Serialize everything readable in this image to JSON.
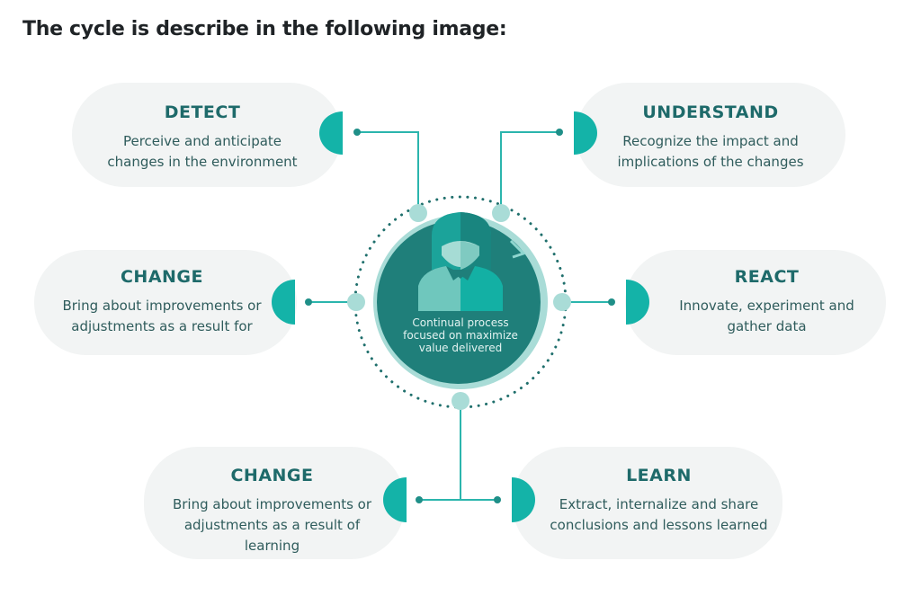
{
  "title": "The cycle is describe in the following image:",
  "center": {
    "text": "Continual process focused on maximize value delivered",
    "icon": "person-icon"
  },
  "steps": [
    {
      "heading": "DETECT",
      "description": "Perceive and anticipate changes in the environment"
    },
    {
      "heading": "UNDERSTAND",
      "description": "Recognize the impact and implications of the changes"
    },
    {
      "heading": "CHANGE",
      "description": "Bring about improvements or adjustments as a result for"
    },
    {
      "heading": "REACT",
      "description": "Innovate, experiment and gather data"
    },
    {
      "heading": "CHANGE",
      "description": "Bring about improvements or adjustments as a result of learning"
    },
    {
      "heading": "LEARN",
      "description": "Extract, internalize and share conclusions and lessons learned"
    }
  ],
  "colors": {
    "accent": "#14b3a8",
    "center": "#1f7f7a",
    "heading": "#1e6a6a",
    "card": "#f2f4f4"
  }
}
